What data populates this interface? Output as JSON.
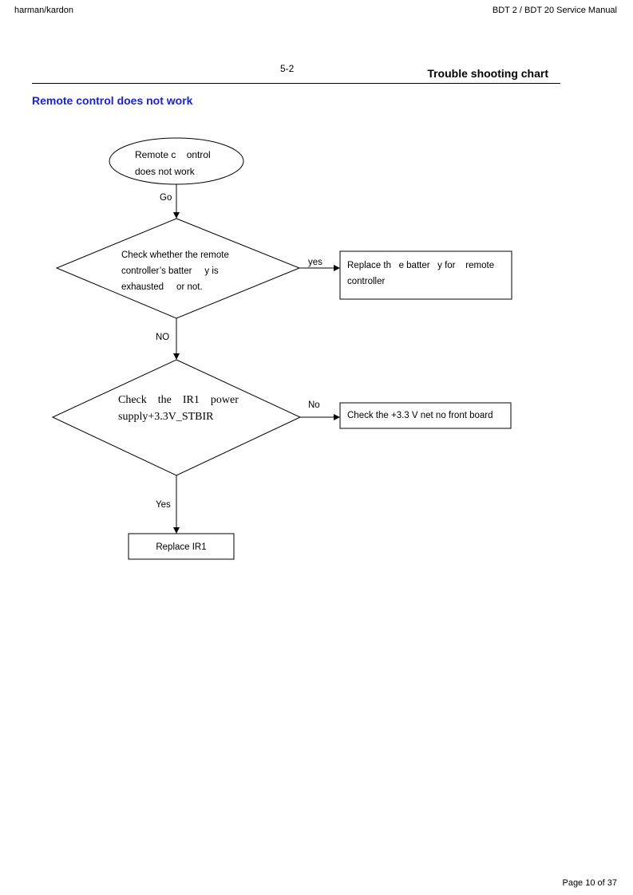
{
  "header": {
    "brand": "harman/kardon",
    "manual_title": "BDT 2 / BDT 20 Service Manual"
  },
  "section": {
    "page_number": "5-2",
    "chart_title": "Trouble shooting chart",
    "title": "Remote control does not work"
  },
  "flowchart": {
    "start": {
      "line1": "Remote c    ontrol",
      "line2": "does not work"
    },
    "go_label": "Go",
    "decision1": {
      "line1": "Check whether the remote",
      "line2": "controller’s batter     y is",
      "line3": "exhausted     or not."
    },
    "yes_label": "yes",
    "action1": {
      "line1": "Replace th   e batter   y for    remote",
      "line2": "controller"
    },
    "no_label_1": "NO",
    "decision2": {
      "line1": "Check    the    IR1    power",
      "line2": "supply+3.3V_STBIR"
    },
    "no_label_2": "No",
    "action2": "Check the +3.3 V net no front board",
    "yes_label_2": "Yes",
    "action3": "Replace IR1"
  },
  "footer": {
    "page": "Page 10 of 37"
  }
}
